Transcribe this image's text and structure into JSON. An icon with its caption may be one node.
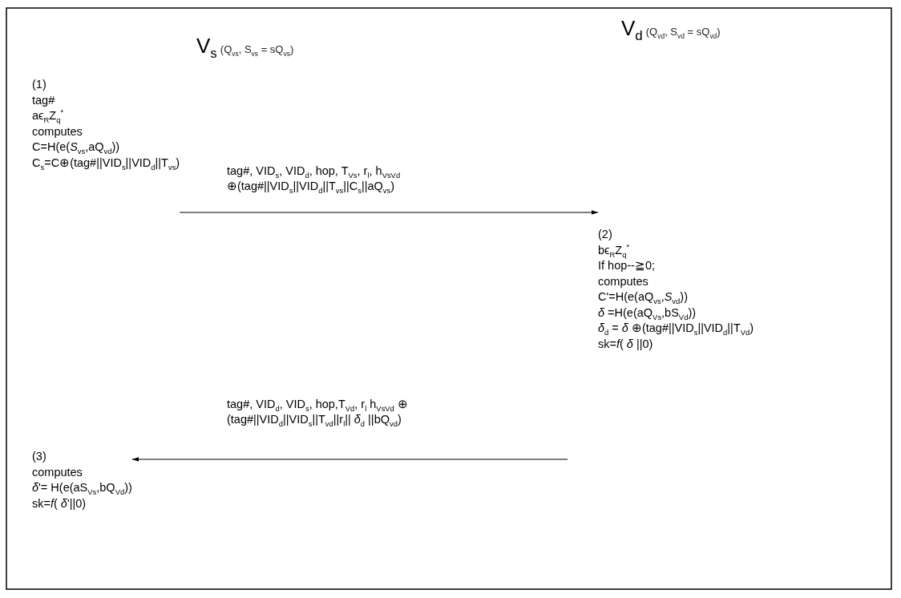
{
  "diagram": {
    "nodes": [
      {
        "text": [
          "V$_{s}$",
          "(Q$_{vs}$, S$_{vs}$ = sQ$_{vs}$)"
        ]
      },
      {
        "text": [
          "V$_{d}$",
          "(Q$_{vd}$, S$_{vd}$ = sQ$_{vd}$)"
        ]
      },
      {
        "text": [
          "(1)",
          "tag#",
          "aϵ$_{R}$Z$_{q}$$^{*}$",
          "computes",
          "C=H(e(*S*$_{vs}$,aQ$_{vd}$))",
          "C$_{s}$=C⊕(tag#||VID$_{s}$||VID$_{d}$||T$_{vs}$)"
        ]
      },
      {
        "text": [
          "(2)",
          "bϵ$_{R}$Z$_{q}$$^{*}$",
          "If hop--≧0;",
          "computes",
          "C'=H(e(aQ$_{vs}$,*S*$_{vd}$))",
          "*δ* =H(e(aQ$_{Vs}$,bS$_{Vd}$))",
          "*δ*$_{d}$ = *δ* ⊕(tag#||VID$_{s}$||VID$_{d}$||T$_{Vd}$)",
          "sk=*f*( *δ* ||0)"
        ]
      },
      {
        "text": [
          "(3)",
          "computes",
          "*δ*'= H(e(aS$_{Vs}$,bQ$_{Vd}$))",
          "sk=*f*( *δ*'||0)"
        ]
      }
    ],
    "edges": [
      {
        "from": 2,
        "to": 3,
        "arrow": "to",
        "label": "tag#, VID$_{s}$, VID$_{d}$, hop, T$_{Vs}$, r$_{l}$, h$_{VsVd}$ ⊕(tag#||VID$_{s}$||VID$_{d}$||T$_{vs}$||C$_{s}$||aQ$_{vs}$)"
      },
      {
        "from": null,
        "to": 4,
        "arrow": "to",
        "label": "tag#, VID$_{d}$, VID$_{s}$, hop,T$_{Vd}$, r$_{l}$ h$_{VsVd}$ ⊕ (tag#||VID$_{d}$||VID$_{s}$||T$_{vd}$||r$_{l}$|| *δ*$_{d}$ ||bQ$_{vd}$)"
      }
    ]
  }
}
